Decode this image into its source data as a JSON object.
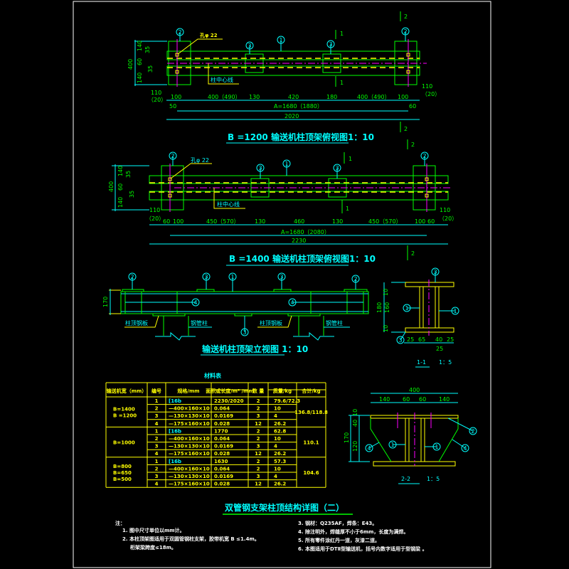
{
  "plan1": {
    "title": "B =1200 输送机柱顶架俯视图1：10",
    "hole": "孔φ 22",
    "center_line": "柱中心线",
    "section_mark_1": "1",
    "section_mark_2": "2",
    "dims_left": [
      "140",
      "35",
      "60",
      "35",
      "140"
    ],
    "dim_total_height": "400",
    "dims_row": [
      "100",
      "400（490）",
      "130",
      "420",
      "180",
      "400（490）",
      "100"
    ],
    "dim_left_end": "110",
    "dim_left_end_alt": "（20）",
    "dim_right_end": "110",
    "dim_right_end_alt": "（20）",
    "dim_left_small": "50",
    "dim_right_small": "60",
    "dim_a": "A=1680（1880）",
    "dim_total": "2020",
    "callouts": [
      "2",
      "3",
      "1",
      "3",
      "2"
    ]
  },
  "plan2": {
    "title": "B =1400 输送机柱顶架俯视图1：10",
    "hole": "孔φ 22",
    "center_line": "柱中心线",
    "section_mark_1": "1",
    "section_mark_2": "2",
    "dims_left": [
      "140",
      "35",
      "60",
      "35",
      "140"
    ],
    "dim_total_height": "400",
    "dims_row": [
      "60",
      "100",
      "450（570）",
      "130",
      "460",
      "130",
      "450（570）",
      "100",
      "60"
    ],
    "dim_left_end": "110",
    "dim_left_end_alt": "（20）",
    "dim_right_end": "110",
    "dim_right_end_alt": "（20）",
    "dim_a": "A=1680（2080）",
    "dim_total": "2230",
    "callouts": [
      "2",
      "3",
      "1",
      "3",
      "2"
    ]
  },
  "elevation": {
    "title": "输送机柱顶架立视图 1：10",
    "dim_height": "170",
    "labels": [
      "柱顶钢板",
      "钢管柱",
      "柱顶钢板",
      "钢管柱"
    ],
    "callouts": [
      "2",
      "3",
      "1",
      "3",
      "2",
      "4",
      "4",
      "3"
    ]
  },
  "section11": {
    "title": "1-1",
    "scale": "1：5",
    "dims_v": [
      "10",
      "180",
      "160",
      "10"
    ],
    "dims_h": [
      "25",
      "65",
      "40",
      "25",
      "25"
    ],
    "callouts": [
      "3",
      "1",
      "1",
      "3"
    ]
  },
  "section22": {
    "title": "2-2",
    "scale": "1：5",
    "dim_total": "400",
    "dims_h": [
      "140",
      "60",
      "60",
      "140"
    ],
    "dims_v": [
      "10",
      "40",
      "170",
      "120"
    ],
    "callouts": [
      "2",
      "1",
      "1",
      "4",
      "4"
    ]
  },
  "material_table": {
    "title": "材料表",
    "headers": [
      "输送机宽（mm）",
      "编号",
      "规格/mm",
      "面积或长度/m² /mm",
      "数 量",
      "质量/kg",
      "合计/kg"
    ],
    "groups": [
      {
        "width": [
          "B=1400",
          "B =1200"
        ],
        "total": "136.8/118.8",
        "rows": [
          [
            "1",
            "[16b",
            "2230/2020",
            "2",
            "79.6/72.3"
          ],
          [
            "2",
            "—400×160×10",
            "0.064",
            "2",
            "10"
          ],
          [
            "3",
            "—130×130×10",
            "0.0169",
            "3",
            "4"
          ],
          [
            "4",
            "—175×160×10",
            "0.028",
            "12",
            "26.2"
          ]
        ]
      },
      {
        "width": [
          "B=1000"
        ],
        "total": "110.1",
        "rows": [
          [
            "1",
            "[16b",
            "1770",
            "2",
            "62.8"
          ],
          [
            "2",
            "—400×160×10",
            "0.064",
            "2",
            "10"
          ],
          [
            "3",
            "—130×130×10",
            "0.0169",
            "3",
            "4"
          ],
          [
            "4",
            "—175×160×10",
            "0.028",
            "12",
            "26.2"
          ]
        ]
      },
      {
        "width": [
          "B=800",
          "B=650",
          "B=500"
        ],
        "total": "104.6",
        "rows": [
          [
            "1",
            "[16b",
            "1630",
            "2",
            "57.3"
          ],
          [
            "2",
            "—400×160×10",
            "0.064",
            "2",
            "10"
          ],
          [
            "3",
            "—130×130×10",
            "0.0169",
            "3",
            "4"
          ],
          [
            "4",
            "—175×160×10",
            "0.028",
            "12",
            "26.2"
          ]
        ]
      }
    ]
  },
  "main_title": "双管钢支架柱顶结构详图（二）",
  "notes": {
    "label": "注：",
    "left": [
      "1. 图中尺寸单位以mm计。",
      "2. 本柱顶架图适用于双圆管钢柱支架，胶带机宽 B ≤1.4m。",
      "桁架梁跨度≤18m。"
    ],
    "right": [
      "3. 钢材：Q235AF，焊条：E43。",
      "4. 除注明外，焊缝厚不小于6mm，长度为满焊。",
      "5. 所有零件涂红丹一道，灰漆二道。",
      "6. 本图适用于DTⅡ型输送机，括号内数字适用于型钢梁 。"
    ]
  }
}
